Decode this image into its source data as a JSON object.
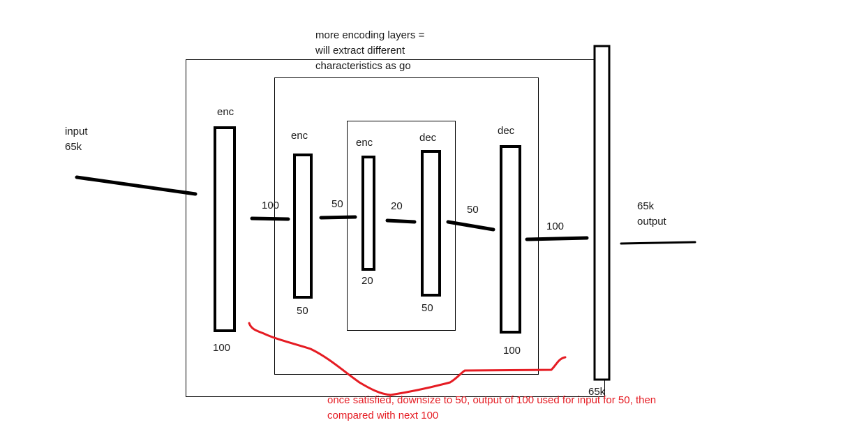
{
  "notes": {
    "top_line1": "more encoding layers =",
    "top_line2": "will extract different",
    "top_line3": "characteristics as go",
    "bottom_line1": "once satisfied, downsize to 50, output of 100 used for input for 50, then",
    "bottom_line2": "compared with next 100"
  },
  "input": {
    "line1": "input",
    "line2": "65k"
  },
  "output": {
    "line1": "65k",
    "line2": "output"
  },
  "layers": {
    "enc1": {
      "title": "enc",
      "size": "100"
    },
    "enc2": {
      "title": "enc",
      "size": "50"
    },
    "enc3": {
      "title": "enc",
      "size": "20"
    },
    "dec1": {
      "title": "dec",
      "size": "50"
    },
    "dec2": {
      "title": "dec",
      "size": "100"
    },
    "out_size": "65k"
  },
  "connections": {
    "c1": "100",
    "c2": "50",
    "c3": "20",
    "c4": "50",
    "c5": "100"
  },
  "colors": {
    "ink": "#000000",
    "annotation": "#e51c23"
  }
}
